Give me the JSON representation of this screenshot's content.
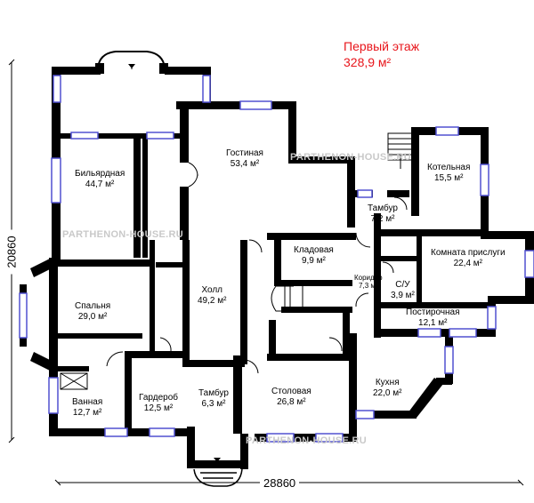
{
  "floor": {
    "title": "Первый этаж",
    "total_area": "328,9 м²"
  },
  "rooms": [
    {
      "name": "Бильярдная",
      "area": "44,7 м²"
    },
    {
      "name": "Гостиная",
      "area": "53,4 м²"
    },
    {
      "name": "Котельная",
      "area": "15,5 м²"
    },
    {
      "name": "Тамбур",
      "area": "7,2 м²"
    },
    {
      "name": "Кладовая",
      "area": "9,9 м²"
    },
    {
      "name": "Коридор",
      "area": "7,3 м²"
    },
    {
      "name": "Комната прислуги",
      "area": "22,4 м²"
    },
    {
      "name": "С/У",
      "area": "3,9 м²"
    },
    {
      "name": "Постирочная",
      "area": "12,1 м²"
    },
    {
      "name": "Спальня",
      "area": "29,0 м²"
    },
    {
      "name": "Холл",
      "area": "49,2 м²"
    },
    {
      "name": "Кухня",
      "area": "22,0 м²"
    },
    {
      "name": "Ванная",
      "area": "12,7 м²"
    },
    {
      "name": "Гардероб",
      "area": "12,5 м²"
    },
    {
      "name": "Тамбур",
      "area": "6,3 м²"
    },
    {
      "name": "Столовая",
      "area": "26,8 м²"
    }
  ],
  "dimensions": {
    "width": "28860",
    "height": "20860"
  },
  "watermark": "PARTHENON-HOUSE.RU",
  "colors": {
    "wall": "#000000",
    "window": "#5050d0",
    "title": "#e8151b",
    "watermark": "#c9c9c9"
  }
}
